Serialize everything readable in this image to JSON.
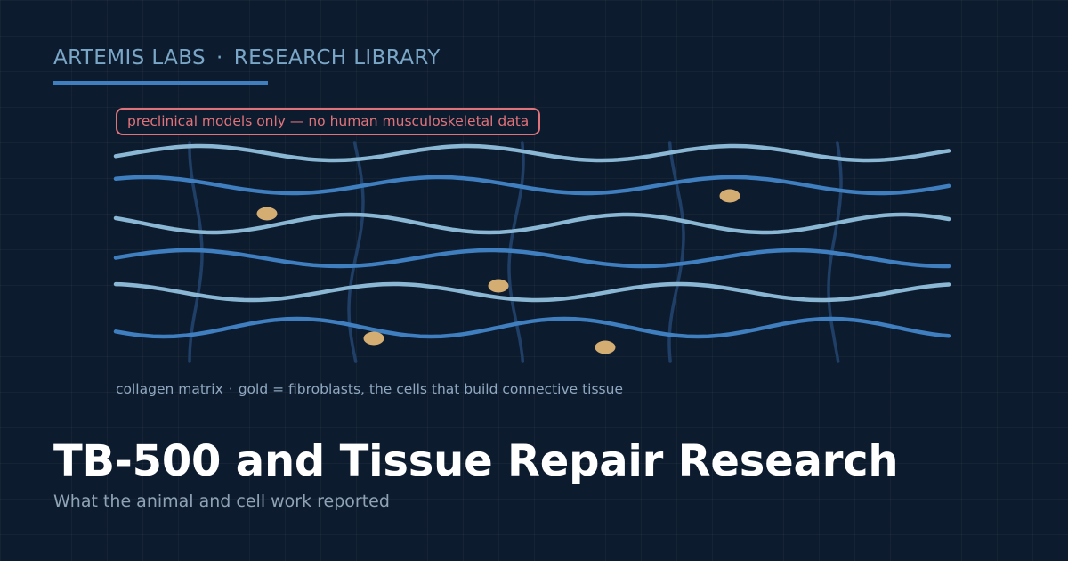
{
  "header": {
    "brand_name": "ARTEMIS LABS",
    "separator": "·",
    "section": "RESEARCH LIBRARY"
  },
  "callout": {
    "text": "preclinical models only — no human musculoskeletal data"
  },
  "caption": {
    "label": "collagen matrix",
    "separator": "·",
    "legend": "gold = fibroblasts, the cells that build connective tissue"
  },
  "hero": {
    "title": "TB-500 and Tissue Repair Research",
    "subtitle": "What the animal and cell work reported"
  },
  "illustration": {
    "collagen_fiber_count": 6,
    "crosslink_count": 5,
    "fibroblast_count": 5
  },
  "colors": {
    "background": "#0d1b2e",
    "fiber_light": "#8ab7d4",
    "fiber_dark": "#3f7fc0",
    "crosslink": "#1f3f66",
    "fibroblast": "#d4ad72",
    "warning": "#e0737a",
    "accent": "#3f7fc0"
  }
}
